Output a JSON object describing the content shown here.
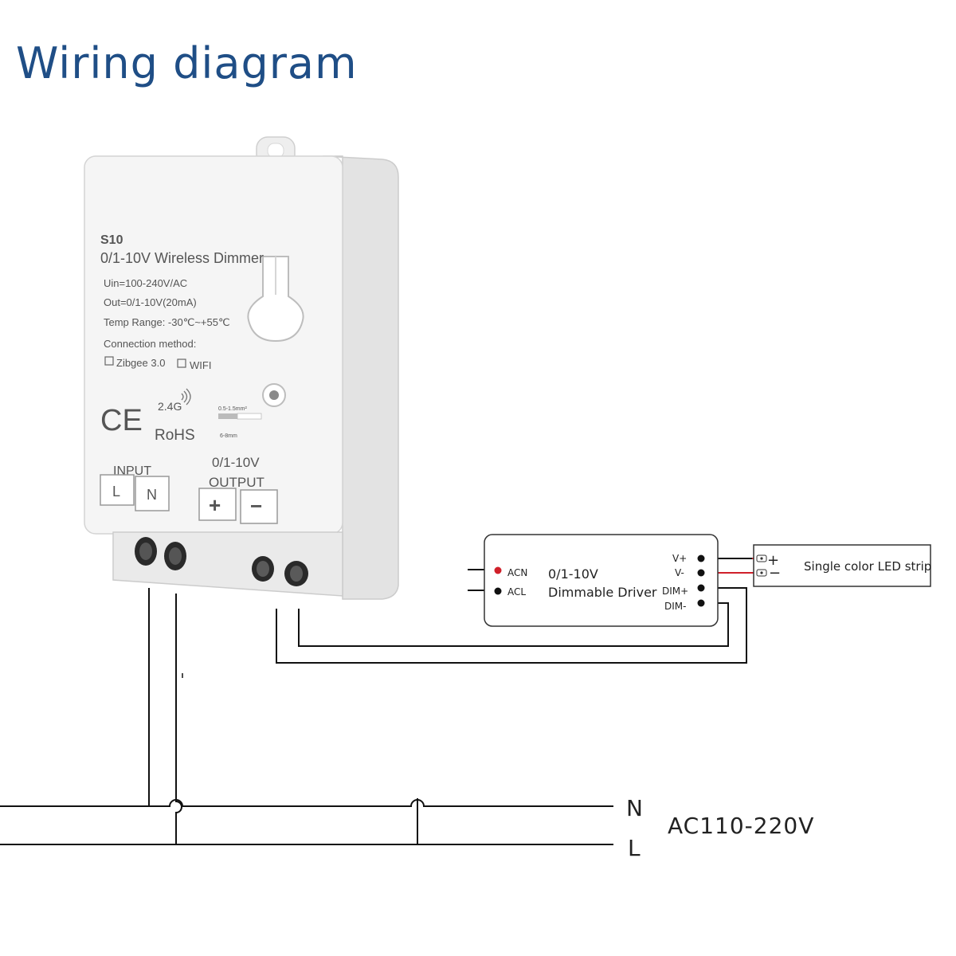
{
  "title": "Wiring diagram",
  "device": {
    "model": "S10",
    "name": "0/1-10V Wireless Dimmer",
    "uin": "Uin=100-240V/AC",
    "out": "Out=0/1-10V(20mA)",
    "temp": "Temp Range: -30℃~+55℃",
    "connection_label": "Connection method:",
    "option_zigbee": "Zibgee 3.0",
    "option_wifi": "WIFI",
    "ce_mark": "CE",
    "freq": "2.4G",
    "rohs": "RoHS",
    "wire_spec_1": "0.5-1.5mm²",
    "wire_spec_2": "6-8mm",
    "input_label": "INPUT",
    "terminal_l": "L",
    "terminal_n": "N",
    "output_label_1": "0/1-10V",
    "output_label_2": "OUTPUT",
    "terminal_plus": "+",
    "terminal_minus": "−"
  },
  "driver": {
    "line1": "0/1-10V",
    "line2": "Dimmable Driver",
    "acn": "ACN",
    "acl": "ACL",
    "vplus": "V+",
    "vminus": "V-",
    "dimplus": "DIM+",
    "dimminus": "DIM-"
  },
  "led_strip": {
    "label": "Single color LED strip",
    "plus": "+",
    "minus": "−"
  },
  "mains": {
    "n_label": "N",
    "l_label": "L",
    "voltage": "AC110-220V"
  },
  "colors": {
    "title": "#1f4e86",
    "wire": "#111111",
    "red_wire": "#d0202a",
    "device_body": "#f3f3f3"
  }
}
